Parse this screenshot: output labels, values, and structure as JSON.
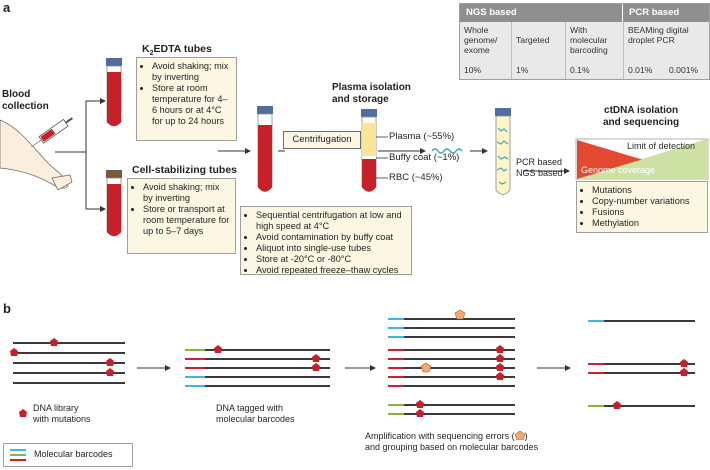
{
  "panel_a": {
    "letter": "a",
    "blood_collection": [
      "Blood",
      "collection"
    ],
    "k2edta": {
      "title_main": "K",
      "title_sub": "2",
      "title_rest": "EDTA tubes",
      "bullets": [
        "Avoid shaking; mix by inverting",
        "Store at room temperature for 4–6 hours or at 4°C for up to 24 hours"
      ]
    },
    "stabilizing": {
      "title": "Cell-stabilizing tubes",
      "bullets": [
        "Avoid shaking; mix by inverting",
        "Store or transport at room temperature for up to 5–7 days"
      ]
    },
    "centrifugation": "Centrifugation",
    "plasma_title": [
      "Plasma isolation",
      "and storage"
    ],
    "fractions": [
      "Plasma (~55%)",
      "Buffy coat (~1%)",
      "RBC (~45%)"
    ],
    "processing": [
      "Sequential centrifugation at low and high speed at 4°C",
      "Avoid contamination by buffy coat",
      "Aliquot into single-use tubes",
      "Store at -20°C or -80°C",
      "Avoid repeated freeze–thaw cycles"
    ],
    "method_labels": [
      "PCR based",
      "NGS based"
    ],
    "table": {
      "ngs_header": "NGS based",
      "pcr_header": "PCR based",
      "columns": [
        {
          "name": "Whole genome/ exome",
          "value": "10%"
        },
        {
          "name": "Targeted",
          "value": "1%"
        },
        {
          "name": "With molecular barcoding",
          "value": "0.1%"
        },
        {
          "name": "BEAMing digital droplet PCR",
          "value": "0.01%"
        },
        {
          "name": "",
          "value": "0.001%"
        }
      ]
    },
    "ctdna_title": [
      "ctDNA isolation",
      "and sequencing"
    ],
    "limit_label": "Limit of detection",
    "coverage_label": "Genome coverage",
    "outcomes": [
      "Mutations",
      "Copy-number variations",
      "Fusions",
      "Methylation"
    ],
    "colors": {
      "tube_red": "#c8202a",
      "cap_blue": "#4f6e9e",
      "cap_brown": "#7a5a3a",
      "limit_green": "#cfe2a6",
      "coverage_red": "#e2452d",
      "note_bg": "#fcf7e3"
    }
  },
  "panel_b": {
    "letter": "b",
    "library_label": [
      "DNA library",
      "with mutations"
    ],
    "tagged_label": [
      "DNA tagged with",
      "molecular barcodes"
    ],
    "amplification_label": [
      "Amplification with sequencing errors (",
      ")",
      "and grouping based on molecular barcodes"
    ],
    "legend_label": "Molecular barcodes",
    "colors": {
      "barcode_blue": "#41b6e6",
      "barcode_green": "#8cb43c",
      "barcode_red": "#d0202e",
      "mutation": "#c8202a",
      "error": "#f2a86f"
    }
  }
}
